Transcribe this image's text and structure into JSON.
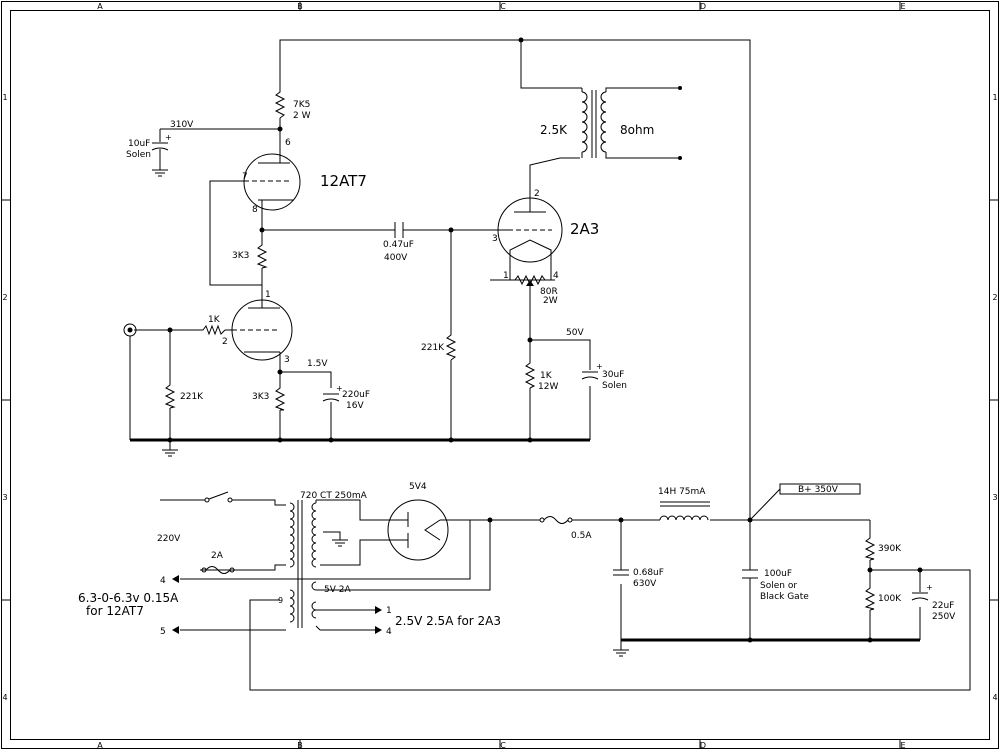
{
  "border": {
    "columns": [
      "A",
      "B",
      "C",
      "D",
      "E"
    ],
    "rows": [
      "1",
      "2",
      "3",
      "4"
    ]
  },
  "labels": {
    "r_plate_value": "7K5",
    "r_plate_power": "2 W",
    "v_310": "310V",
    "c_10u_value": "10uF",
    "c_10u_brand": "Solen",
    "tube_12at7": "12AT7",
    "pin_6": "6",
    "pin_7": "7",
    "pin_8": "8",
    "r_3k3_a": "3K3",
    "pin_1": "1",
    "r_1k_grid": "1K",
    "pin_2": "2",
    "pin_3": "3",
    "r_221k_in": "221K",
    "r_3k3_b": "3K3",
    "v_1_5": "1.5V",
    "c_220u_value": "220uF",
    "c_220u_volt": "16V",
    "c_coupling_value": "0.47uF",
    "c_coupling_volt": "400V",
    "r_221k_grid": "221K",
    "tube_2a3": "2A3",
    "pin_2a3_2": "2",
    "pin_2a3_3": "3",
    "pin_2a3_1": "1",
    "pin_2a3_4": "4",
    "r_80r_value": "80R",
    "r_80r_power": "2W",
    "v_50": "50V",
    "r_1k_cath_value": "1K",
    "r_1k_cath_power": "12W",
    "c_30u_value": "30uF",
    "c_30u_brand": "Solen",
    "ot_primary": "2.5K",
    "ot_secondary": "8ohm",
    "pt_rating": "720 CT  250mA",
    "mains": "220V",
    "fuse_mains": "2A",
    "heater_4": "4",
    "heater_12at7": "6.3-0-6.3v 0.15A",
    "heater_12at7_for": "for 12AT7",
    "heater_5": "5",
    "pin_9": "9",
    "v5_2a": "5V 2A",
    "heater_2a3_1": "1",
    "heater_2a3_4": "4",
    "heater_2a3": "2.5V 2.5A for 2A3",
    "rect_tube": "5V4",
    "fuse_hv": "0.5A",
    "choke": "14H  75mA",
    "c_068_value": "0.68uF",
    "c_068_volt": "630V",
    "bplus": "B+ 350V",
    "c_100u_value": "100uF",
    "c_100u_brand_a": "Solen or",
    "c_100u_brand_b": "Black Gate",
    "r_390k": "390K",
    "r_100k": "100K",
    "c_22u_value": "22uF",
    "c_22u_volt": "250V"
  }
}
